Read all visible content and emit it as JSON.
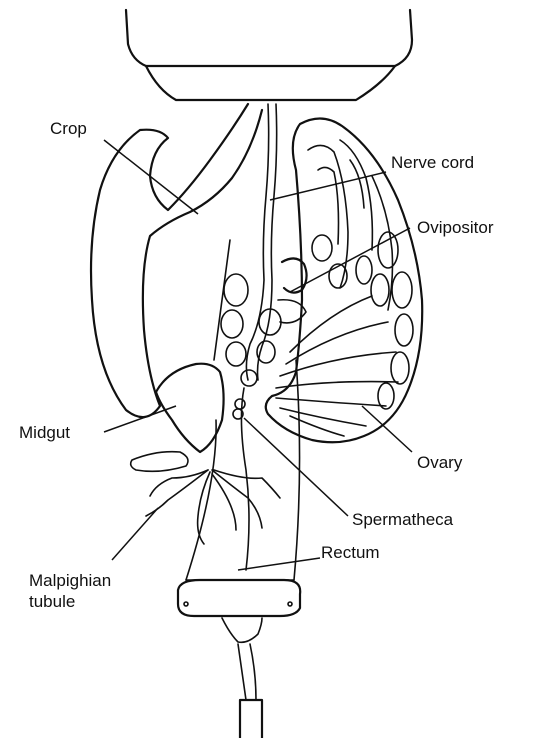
{
  "labels": {
    "crop": "Crop",
    "nerve_cord": "Nerve cord",
    "ovipositor": "Ovipositor",
    "midgut": "Midgut",
    "ovary": "Ovary",
    "spermatheca": "Spermatheca",
    "rectum": "Rectum",
    "malpighian_line1": "Malpighian",
    "malpighian_line2": "tubule"
  },
  "colors": {
    "ink": "#111111",
    "background": "#ffffff"
  }
}
